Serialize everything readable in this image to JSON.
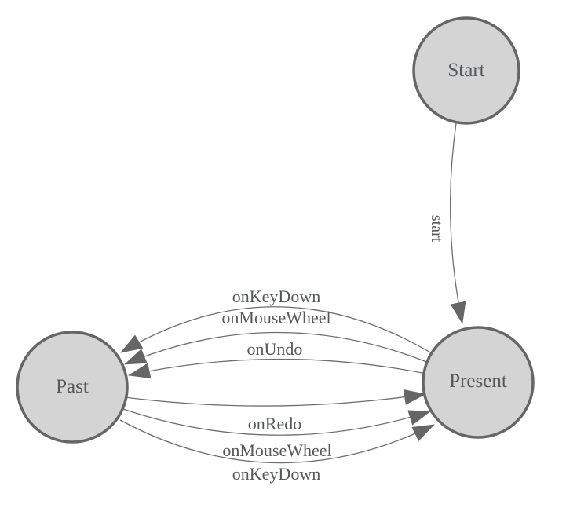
{
  "diagram": {
    "type": "state-machine",
    "colors": {
      "background": "#ffffff",
      "node_fill": "#d4d4d4",
      "node_stroke": "#666666",
      "edge_stroke": "#6e6e6e",
      "arrow_fill": "#666666",
      "label_color": "#54585c"
    },
    "nodes": [
      {
        "id": "start",
        "label": "Start"
      },
      {
        "id": "past",
        "label": "Past"
      },
      {
        "id": "present",
        "label": "Present"
      }
    ],
    "edges": [
      {
        "from": "start",
        "to": "present",
        "label": "start"
      },
      {
        "from": "present",
        "to": "past",
        "label": "onKeyDown"
      },
      {
        "from": "present",
        "to": "past",
        "label": "onMouseWheel"
      },
      {
        "from": "present",
        "to": "past",
        "label": "onUndo"
      },
      {
        "from": "past",
        "to": "present",
        "label": "onRedo"
      },
      {
        "from": "past",
        "to": "present",
        "label": "onMouseWheel"
      },
      {
        "from": "past",
        "to": "present",
        "label": "onKeyDown"
      }
    ]
  }
}
